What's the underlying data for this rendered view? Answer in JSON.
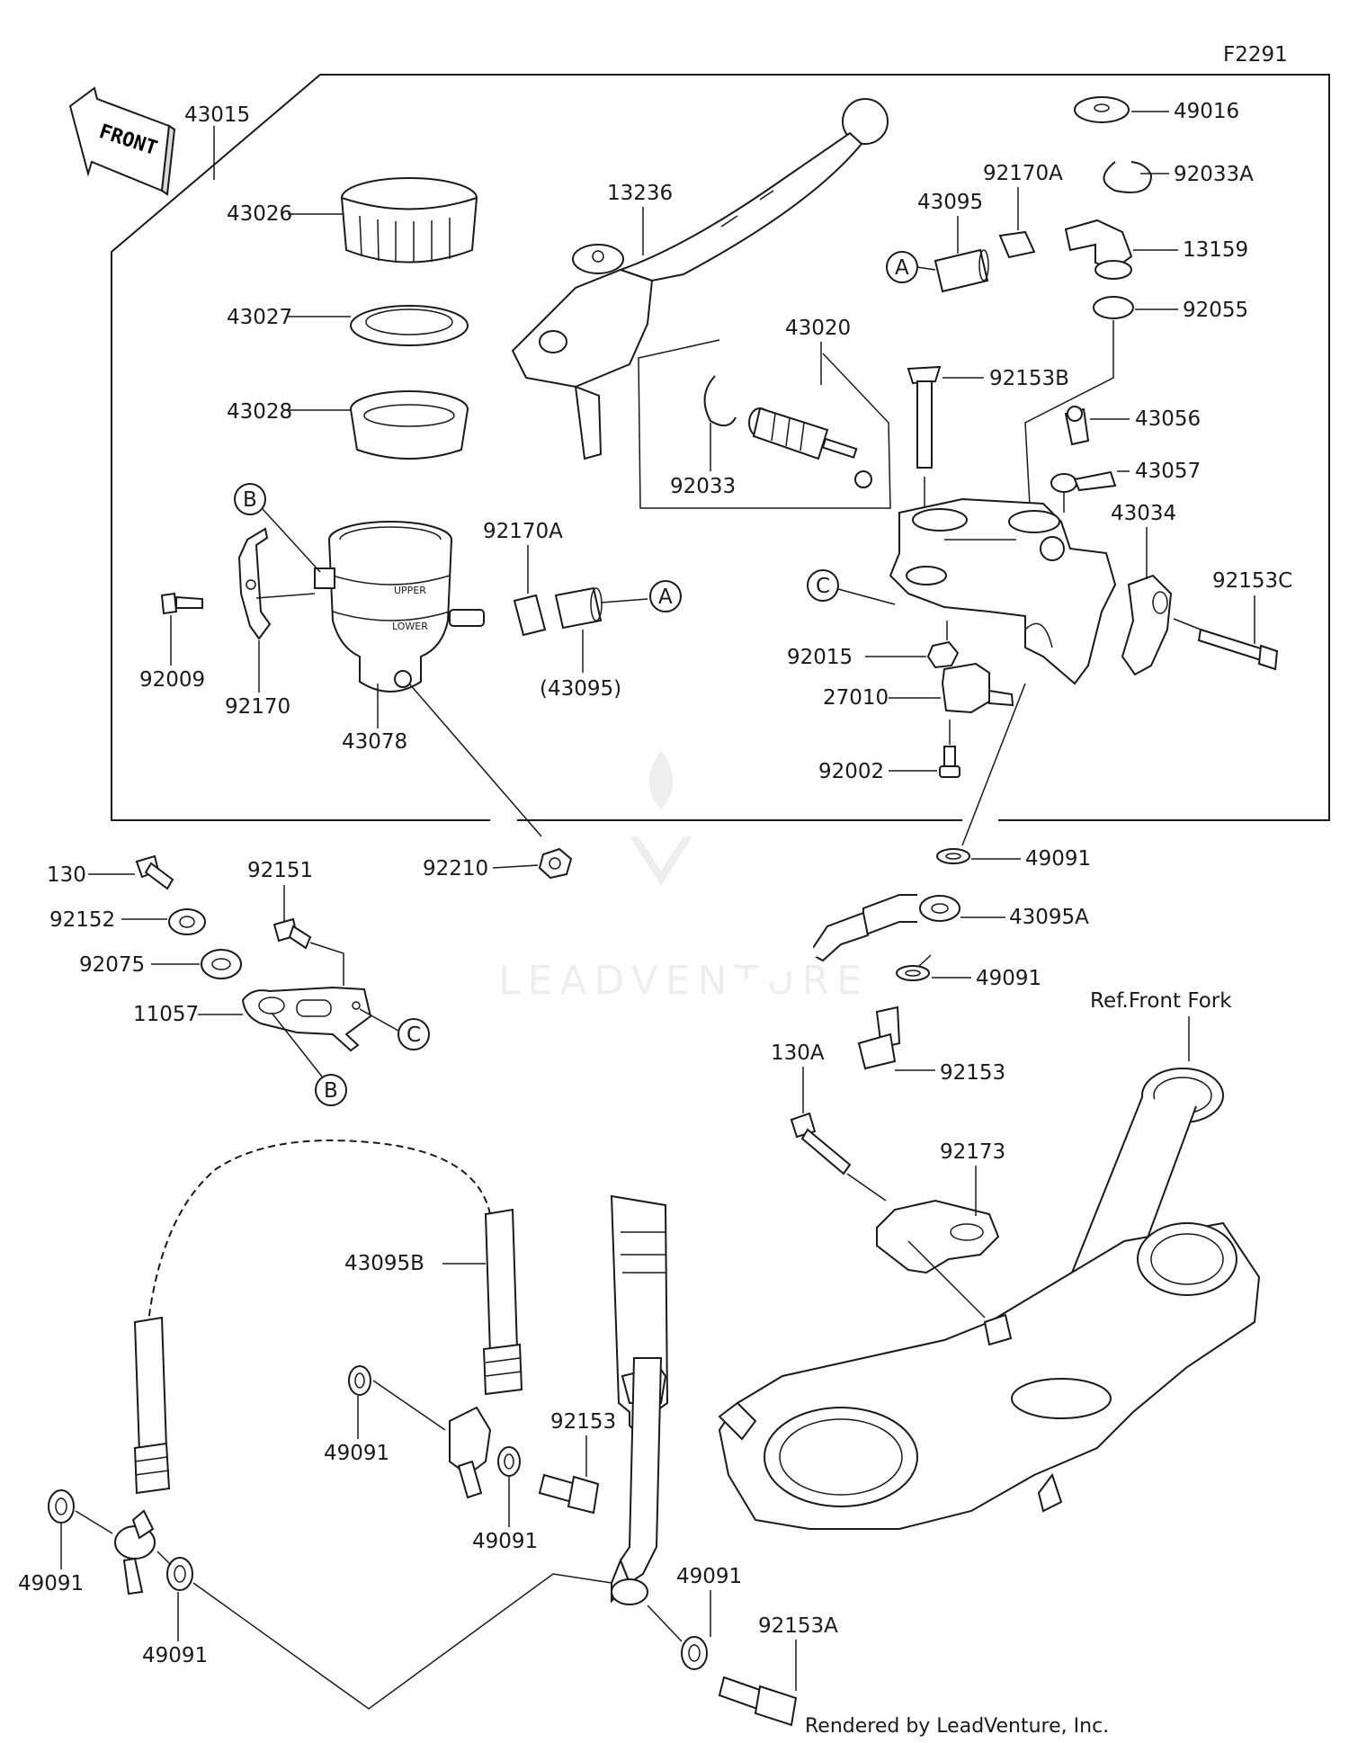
{
  "figure_code": "F2291",
  "front_label": "FRONT",
  "ref_label": "Ref.Front Fork",
  "footer": "Rendered by LeadVenture, Inc.",
  "watermark": "LEADVENTURE",
  "callout_letters": {
    "a": "A",
    "b": "B",
    "c": "C"
  },
  "part_labels": {
    "p43015": "43015",
    "p43026": "43026",
    "p43027": "43027",
    "p43028": "43028",
    "p92009": "92009",
    "p92170": "92170",
    "p43078": "43078",
    "p92170a_left": "92170A",
    "p43095_paren": "(43095)",
    "p13236": "13236",
    "p43020": "43020",
    "p92033": "92033",
    "p43095": "43095",
    "p92170a_top": "92170A",
    "p49016": "49016",
    "p92033a": "92033A",
    "p13159": "13159",
    "p92055": "92055",
    "p92153b": "92153B",
    "p43056": "43056",
    "p43057": "43057",
    "p43034": "43034",
    "p92153c": "92153C",
    "p92015": "92015",
    "p27010": "27010",
    "p92002": "92002",
    "p92210": "92210",
    "p49091_a": "49091",
    "p43095a": "43095A",
    "p49091_b": "49091",
    "p130": "130",
    "p92151": "92151",
    "p92152": "92152",
    "p92075": "92075",
    "p11057": "11057",
    "p130a": "130A",
    "p92153_upper": "92153",
    "p92173": "92173",
    "p43095b": "43095B",
    "p49091_c": "49091",
    "p92153_lower": "92153",
    "p49091_d": "49091",
    "p49091_e": "49091",
    "p49091_f": "49091",
    "p49091_g": "49091",
    "p92153a": "92153A"
  }
}
